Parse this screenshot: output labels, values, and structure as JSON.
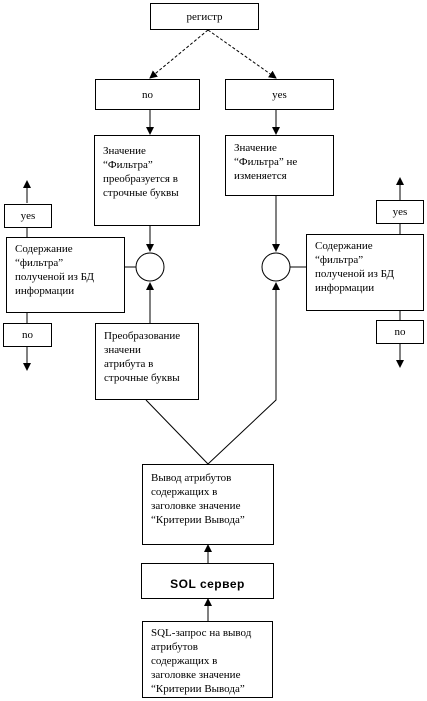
{
  "nodes": {
    "register": "регистр",
    "no_top": "no",
    "yes_top": "yes",
    "to_lowercase": "Значение\n“Фильтра”\nпреобразуется в\nстрочные буквы",
    "unchanged": "Значение\n“Фильтра” не\nизменяется",
    "left_yes": "yes",
    "left_content": "Содержание\n“фильтра”\nполученой из БД\nинформации",
    "left_no": "no",
    "right_yes": "yes",
    "right_content": "Содержание\n“фильтра”\nполученой из БД\nинформации",
    "right_no": "no",
    "attr_convert": "Преобразование\nзначени\nатрибута в\nстрочные буквы",
    "output": "Вывод атрибутов\nсодержащих в\nзаголовке значение\n“Критерии Вывода”",
    "sql_server": "SOL сервер",
    "sql_query": "SQL-запрос на вывод\nатрибутов\nсодержащих в\nзаголовке значение\n“Критерии Вывода”"
  }
}
